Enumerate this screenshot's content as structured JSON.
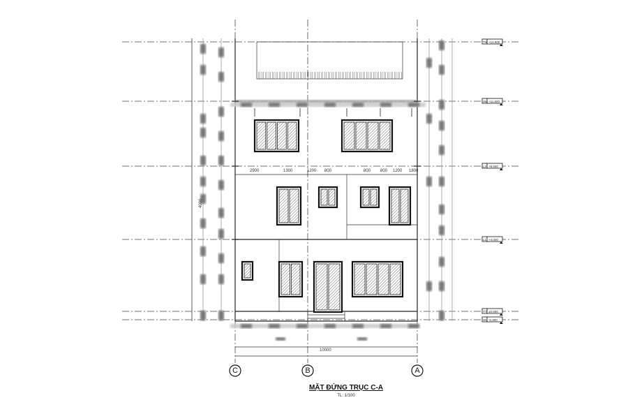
{
  "drawing": {
    "title": "MẶT ĐỨNG TRỤC C-A",
    "scale": "TL: 1/100",
    "axes": [
      "C",
      "B",
      "A"
    ],
    "levels": [
      {
        "code": "TN",
        "value": "+14.800"
      },
      {
        "code": "SM",
        "value": "+11.600"
      },
      {
        "code": "L2",
        "value": "+8.000"
      },
      {
        "code": "L1",
        "value": "+4.000"
      },
      {
        "code": "TT",
        "value": "±0.000"
      },
      {
        "code": "SN",
        "value": "-0.300"
      }
    ],
    "dimensions": {
      "second_floor_top_chain": [
        "2900",
        "1300",
        "1200",
        "800",
        "800",
        "800",
        "1200",
        "1800"
      ],
      "left_overall": "4000",
      "bottom_overall": "10000"
    }
  }
}
